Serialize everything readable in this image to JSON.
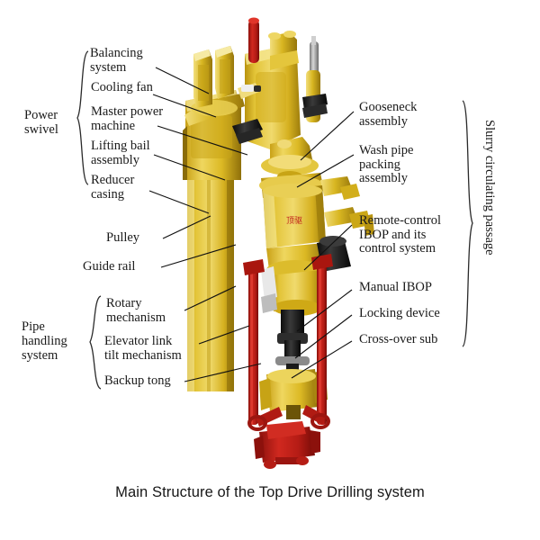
{
  "figure": {
    "caption": "Main Structure of the Top Drive Drilling system",
    "background_color": "#ffffff",
    "machine_colors": {
      "body_yellow": "#d9b520",
      "body_yellow_light": "#eed45a",
      "body_yellow_dark": "#a9850f",
      "accent_red": "#c0201a",
      "accent_red_dark": "#8e120e",
      "dark_metal": "#1d1d1d",
      "grey_metal": "#9a9a9a",
      "leader_line": "#111111"
    },
    "machine_label_text": "顶驱",
    "illustration_name": "top-drive-drilling-system-rendering"
  },
  "groups": {
    "power_swivel": {
      "label": "Power\nswivel",
      "brace_side": "left"
    },
    "pipe_handling": {
      "label": "Pipe\nhandling\nsystem",
      "brace_side": "left"
    },
    "slurry_passage": {
      "label": "Slurry circulating passage",
      "brace_side": "right"
    }
  },
  "left_labels": [
    {
      "id": "balancing-system",
      "text": "Balancing\nsystem"
    },
    {
      "id": "cooling-fan",
      "text": "Cooling fan"
    },
    {
      "id": "master-power-machine",
      "text": "Master power\nmachine"
    },
    {
      "id": "lifting-bail-assembly",
      "text": "Lifting bail\nassembly"
    },
    {
      "id": "reducer-casing",
      "text": "Reducer\ncasing"
    },
    {
      "id": "pulley",
      "text": "Pulley"
    },
    {
      "id": "guide-rail",
      "text": "Guide rail"
    },
    {
      "id": "rotary-mechanism",
      "text": "Rotary\nmechanism"
    },
    {
      "id": "elevator-link-tilt-mechanism",
      "text": "Elevator link\ntilt mechanism"
    },
    {
      "id": "backup-tong",
      "text": "Backup tong"
    }
  ],
  "right_labels": [
    {
      "id": "gooseneck-assembly",
      "text": "Gooseneck\nassembly"
    },
    {
      "id": "wash-pipe-packing",
      "text": "Wash pipe\npacking\nassembly"
    },
    {
      "id": "remote-control-ibop",
      "text": "Remote-control\nIBOP and its\ncontrol system"
    },
    {
      "id": "manual-ibop",
      "text": "Manual IBOP"
    },
    {
      "id": "locking-device",
      "text": "Locking device"
    },
    {
      "id": "cross-over-sub",
      "text": "Cross-over sub"
    }
  ]
}
